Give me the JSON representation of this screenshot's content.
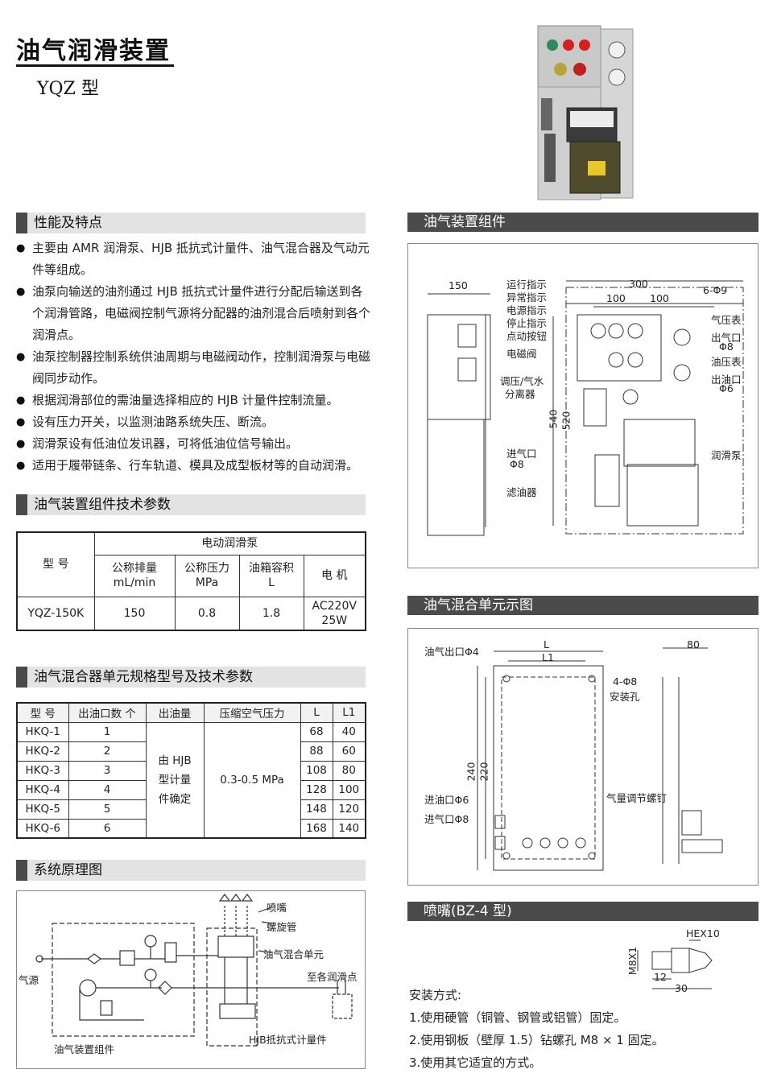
{
  "header": {
    "title": "油气润滑装置",
    "model": "YQZ 型"
  },
  "features": {
    "title": "性能及特点",
    "items": [
      "主要由 AMR 润滑泵、HJB 抵抗式计量件、油气混合器及气动元件等组成。",
      "油泵向输送的油剂通过 HJB 抵抗式计量件进行分配后输送到各个润滑管路，电磁阀控制气源将分配器的油剂混合后喷射到各个润滑点。",
      "油泵控制器控制系统供油周期与电磁阀动作，控制润滑泵与电磁阀同步动作。",
      "根据润滑部位的需油量选择相应的 HJB 计量件控制流量。",
      "设有压力开关，以监测油路系统失压、断流。",
      "润滑泵设有低油位发讯器，可将低油位信号输出。",
      "适用于履带链条、行车轨道、模具及成型板材等的自动润滑。"
    ]
  },
  "tech_params": {
    "title": "油气装置组件技术参数",
    "col_model": "型  号",
    "group": "电动润滑泵",
    "h_flow": "公称排量",
    "h_flow_unit": "mL/min",
    "h_press": "公称压力",
    "h_press_unit": "MPa",
    "h_vol": "油箱容积",
    "h_vol_unit": "L",
    "h_motor": "电  机",
    "row": {
      "model": "YQZ-150K",
      "flow": "150",
      "press": "0.8",
      "vol": "1.8",
      "motor1": "AC220V",
      "motor2": "25W"
    }
  },
  "mixer_params": {
    "title": "油气混合器单元规格型号及技术参数",
    "headers": [
      "型 号",
      "出油口数 个",
      "出油量",
      "压缩空气压力",
      "L",
      "L1"
    ],
    "oil_amount": [
      "由 HJB",
      "型计量",
      "件确定"
    ],
    "pressure": "0.3-0.5 MPa",
    "rows": [
      {
        "model": "HKQ-1",
        "outlets": "1",
        "L": "68",
        "L1": "40"
      },
      {
        "model": "HKQ-2",
        "outlets": "2",
        "L": "88",
        "L1": "60"
      },
      {
        "model": "HKQ-3",
        "outlets": "3",
        "L": "108",
        "L1": "80"
      },
      {
        "model": "HKQ-4",
        "outlets": "4",
        "L": "128",
        "L1": "100"
      },
      {
        "model": "HKQ-5",
        "outlets": "5",
        "L": "148",
        "L1": "120"
      },
      {
        "model": "HKQ-6",
        "outlets": "6",
        "L": "168",
        "L1": "140"
      }
    ]
  },
  "system": {
    "title": "系统原理图",
    "labels": {
      "nozzle": "喷嘴",
      "spiral": "螺旋管",
      "mixer": "油气混合单元",
      "to_points": "至各润滑点",
      "air": "气源",
      "assembly": "油气装置组件",
      "meter": "HJB抵抗式计量件"
    }
  },
  "assembly": {
    "title": "油气装置组件",
    "dims": {
      "d150": "150",
      "d300": "300",
      "d100a": "100",
      "d100b": "100",
      "holes": "6-Φ9",
      "d540": "540",
      "d520": "520"
    },
    "labels": {
      "run": "运行指示",
      "abnormal": "异常指示",
      "power": "电源指示",
      "stop": "停止指示",
      "jog": "点动按钮",
      "valve": "电磁阀",
      "regulator1": "调压/气水",
      "regulator2": "分离器",
      "air_in1": "进气口",
      "air_in2": "Φ8",
      "filter": "滤油器",
      "air_gauge": "气压表",
      "air_out1": "出气口",
      "air_out2": "Φ8",
      "oil_gauge": "油压表",
      "oil_out1": "出油口",
      "oil_out2": "Φ6",
      "pump": "润滑泵"
    }
  },
  "mixer_unit": {
    "title": "油气混合单元示图",
    "dims": {
      "L": "L",
      "L1": "L1",
      "d80": "80",
      "d240": "240",
      "d220": "220"
    },
    "labels": {
      "oil_out": "油气出口Φ4",
      "holes1": "4-Φ8",
      "holes2": "安装孔",
      "oil_in": "进油口Φ6",
      "air_in": "进气口Φ8",
      "screw": "气量调节螺钉"
    }
  },
  "nozzle": {
    "title": "喷嘴(BZ-4 型)",
    "dims": {
      "hex": "HEX10",
      "thread": "M8X1",
      "d12": "12",
      "d30": "30"
    },
    "install_title": "安装方式:",
    "install": [
      "1.使用硬管（铜管、钢管或铝管）固定。",
      "2.使用钢板（壁厚 1.5）钻螺孔 M8 × 1 固定。",
      "3.使用其它适宜的方式。"
    ]
  }
}
